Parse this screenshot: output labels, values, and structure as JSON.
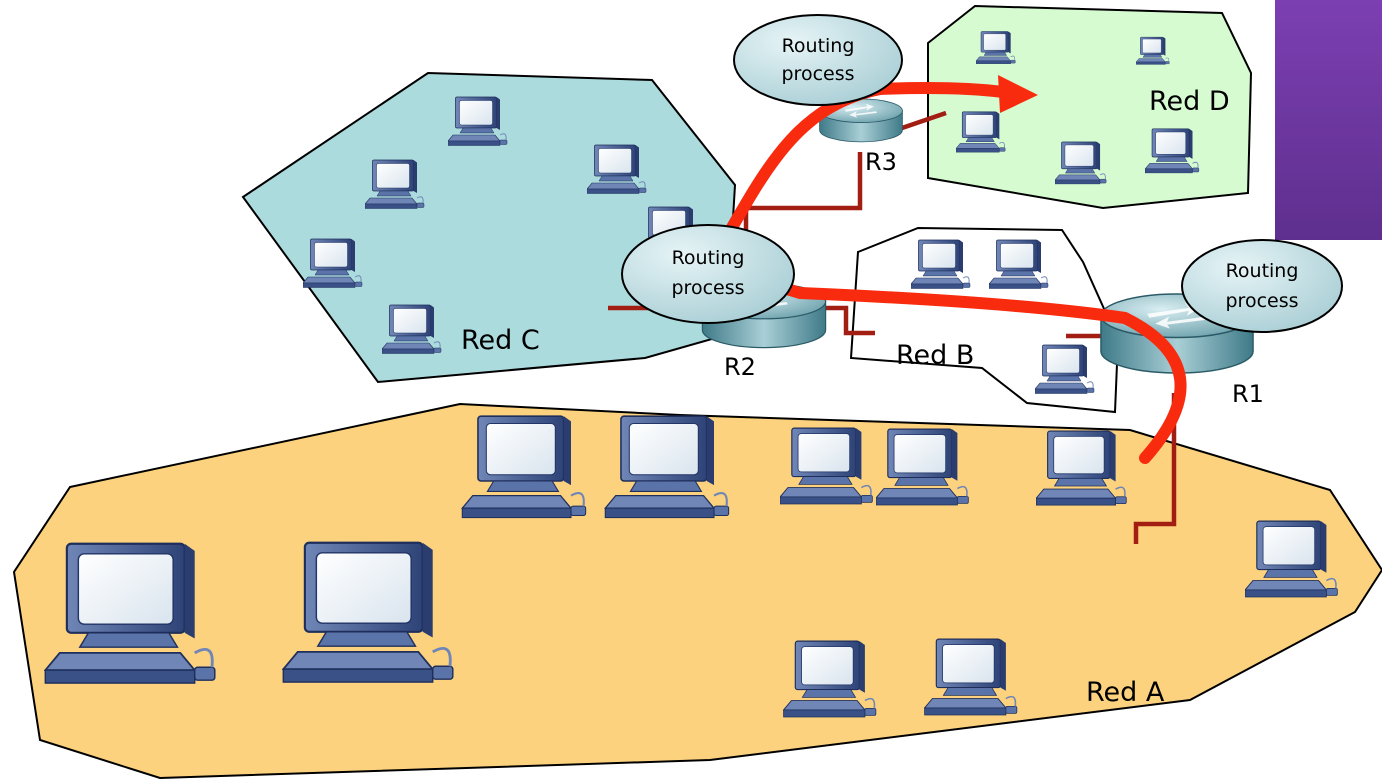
{
  "networks": {
    "red_a": "Red A",
    "red_b": "Red B",
    "red_c": "Red C",
    "red_d": "Red D"
  },
  "routers": {
    "r1": "R1",
    "r2": "R2",
    "r3": "R3"
  },
  "bubbles": {
    "r1": [
      "Routing",
      "process"
    ],
    "r2": [
      "Routing",
      "process"
    ],
    "r3": [
      "Routing",
      "process"
    ]
  },
  "colors": {
    "red_a_fill": "#fcd27e",
    "red_b_fill": "#ffffff",
    "red_c_fill": "#acdbde",
    "red_d_fill": "#d6fbd1",
    "link_color": "#a21e13",
    "arrow_color": "#f92b0f",
    "bubble_fill": "#c0dfe4",
    "accent_bar": "#6b35a0"
  },
  "icons": {
    "computer": "desktop-computer-icon",
    "router": "router-icon"
  }
}
